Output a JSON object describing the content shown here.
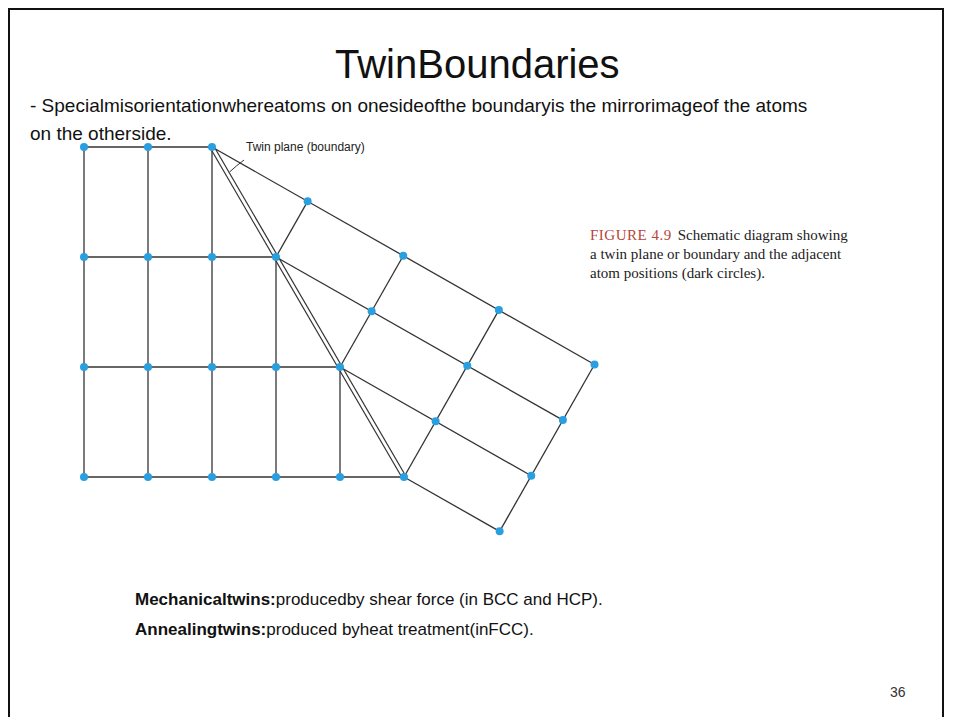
{
  "diagram": {
    "title": "TwinBoundaries",
    "labels": [
      "- Specialmisorientationwhereatoms on onesideofthe boundaryis the mirrorimageof the atoms on the otherside.",
      "Twin plane (boundary)",
      "FIGURE 4.9",
      "Schematic diagram showing a twin plane or boundary and the adjacent atom positions (dark circles).",
      "Mechanicaltwins:",
      "producedby shear force (in BCC and HCP).",
      "Annealingtwins:",
      "produced byheat treatment(inFCC).",
      "36"
    ]
  }
}
